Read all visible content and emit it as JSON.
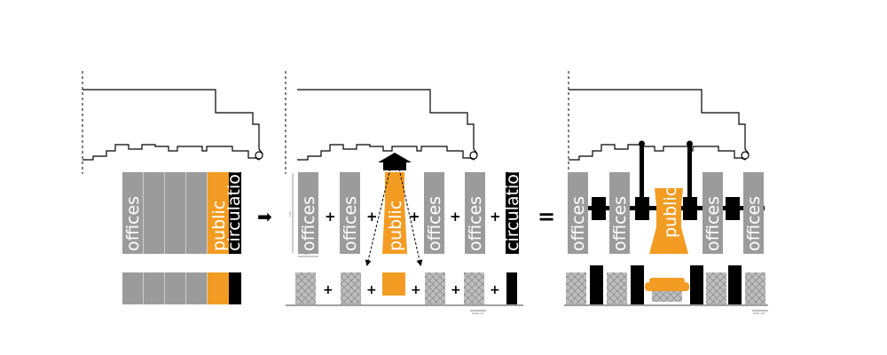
{
  "colors": {
    "gray": "#9b9b9b",
    "orange": "#f39c23",
    "black": "#000000",
    "hatch": "#8f8f8f"
  },
  "labels": {
    "offices": "offices",
    "public": "public",
    "circulation": "circulation"
  },
  "operators": {
    "arrow": "➡",
    "plus": "+",
    "equals": "="
  },
  "scale_text": "Scale unit",
  "dim_text": {
    "vertical": "1/10",
    "horizontal": "1/10"
  }
}
